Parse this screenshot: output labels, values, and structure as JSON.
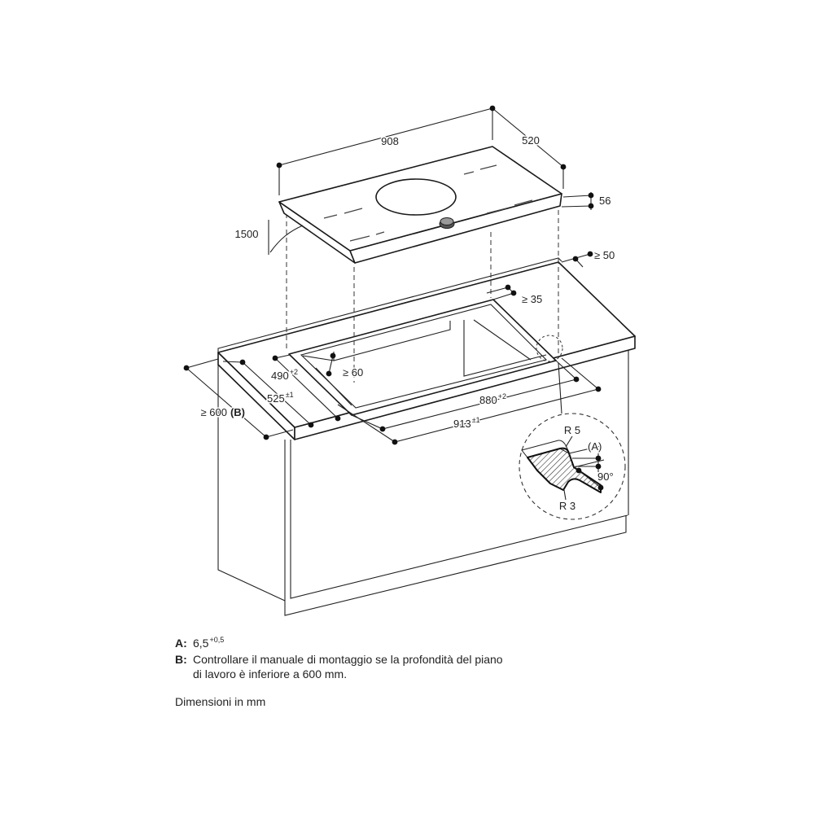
{
  "diagram": {
    "cooktop": {
      "length": "908",
      "depth": "520",
      "height": "56",
      "cable": "1500"
    },
    "worktop": {
      "rear_distance": "≥ 50",
      "rear_edge": "≥ 35",
      "cutout_depth": {
        "value": "490",
        "tolerance": "+2"
      },
      "front_clearance": "≥ 60",
      "frame_depth": {
        "value": "525",
        "tolerance": "±1"
      },
      "min_depth": {
        "value": "≥ 600",
        "note_ref": "(B)"
      },
      "cutout_length": {
        "value": "880",
        "tolerance": "+2"
      },
      "frame_length": {
        "value": "913",
        "tolerance": "±1"
      }
    },
    "detail": {
      "radius_top": "R 5",
      "step_ref": "(A)",
      "angle": "90°",
      "radius_bottom": "R 3"
    }
  },
  "notes": [
    {
      "key": "A:",
      "text": "6,5",
      "superscript": "+0,5"
    },
    {
      "key": "B:",
      "lines": [
        "Controllare il manuale di montaggio se la profondità del piano",
        "di lavoro è inferiore a 600 mm."
      ]
    }
  ],
  "units": "Dimensioni in mm"
}
